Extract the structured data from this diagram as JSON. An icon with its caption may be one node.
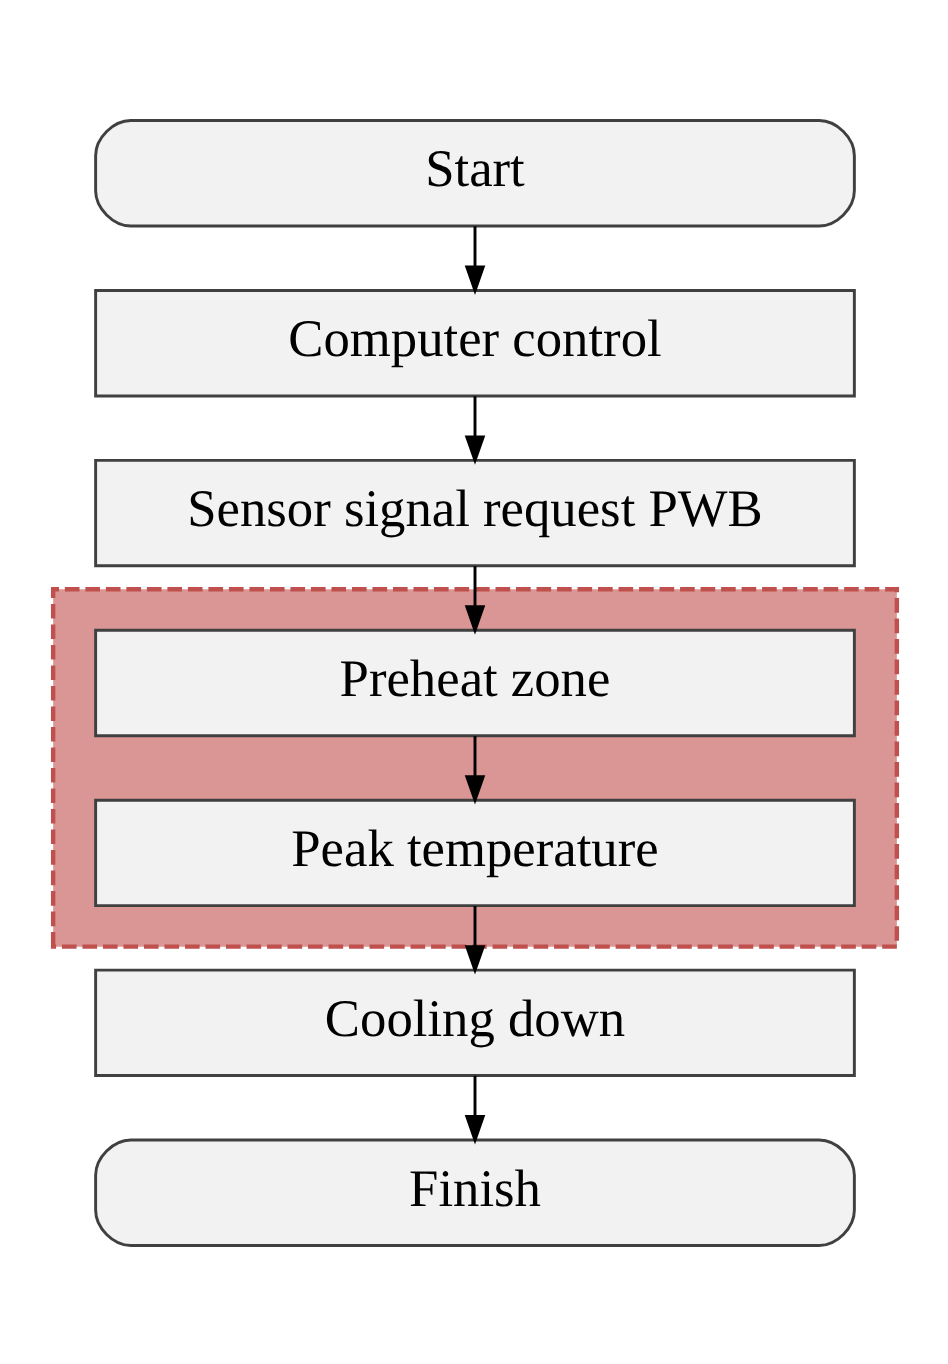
{
  "diagram": {
    "nodes": [
      {
        "text": [
          "Start"
        ]
      },
      {
        "text": [
          "Computer control"
        ]
      },
      {
        "text": [
          "Sensor signal request PWB"
        ]
      },
      {
        "text": [],
        "shape": "box"
      },
      {
        "text": [
          "Preheat zone"
        ],
        "in": 3
      },
      {
        "text": [
          "Peak temperature"
        ],
        "in": 3
      },
      {
        "text": [
          "Cooling down"
        ]
      },
      {
        "text": [
          "Finish"
        ]
      }
    ],
    "edges": [
      {
        "from": 0,
        "to": 1,
        "arrow": "to"
      },
      {
        "from": 1,
        "to": 2,
        "arrow": "to"
      },
      {
        "from": 2,
        "to": 4,
        "arrow": "to"
      },
      {
        "from": 4,
        "to": 5,
        "arrow": "to"
      },
      {
        "from": 5,
        "to": 6,
        "arrow": "to"
      },
      {
        "from": 6,
        "to": 7,
        "arrow": "to"
      }
    ]
  }
}
